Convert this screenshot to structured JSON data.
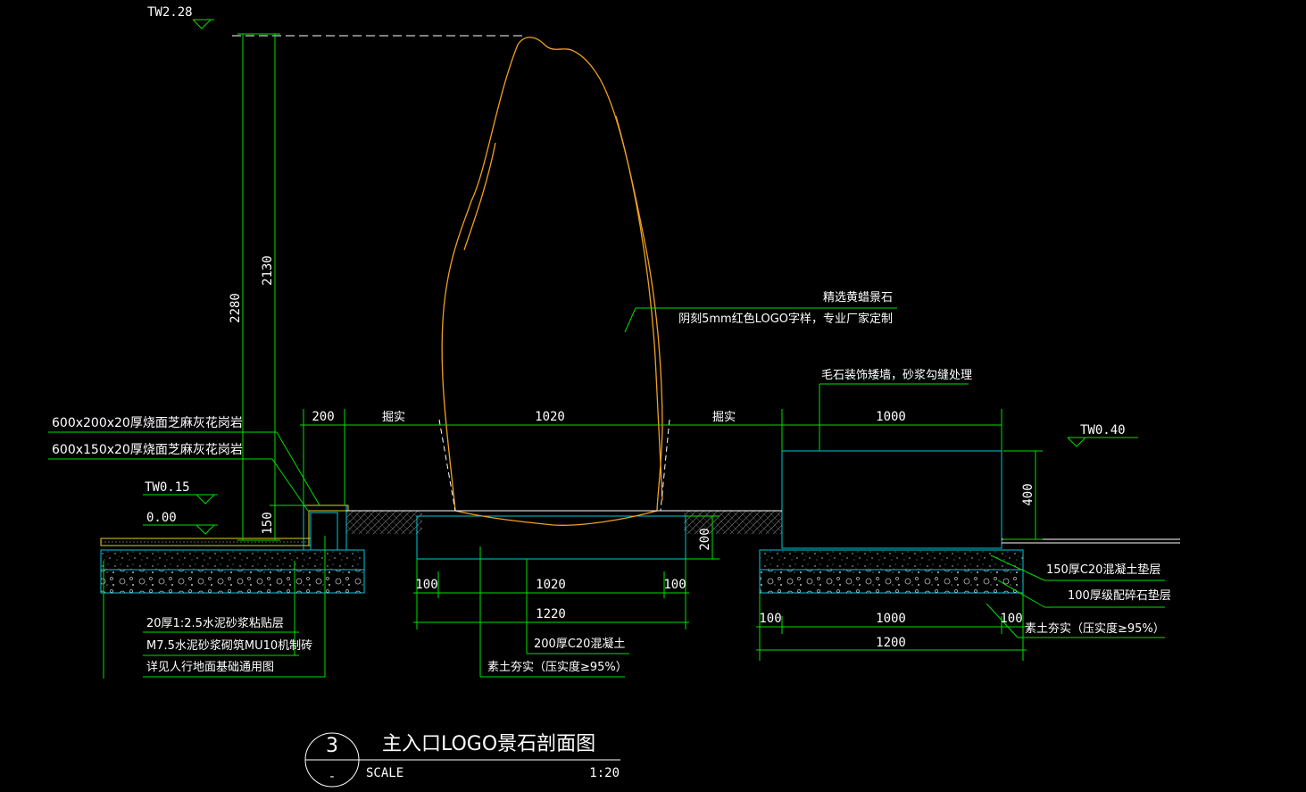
{
  "elevations": {
    "top": "TW2.28",
    "step": "TW0.15",
    "ground": "0.00",
    "wall": "TW0.40"
  },
  "dimensions": {
    "total_height": "2280",
    "stone_height": "2130",
    "curb_height": "150",
    "curb_width": "200",
    "stone_width": "1020",
    "wall_width": "1000",
    "wall_height": "400",
    "stone_base_thickness": "200",
    "stone_base_offset_left": "100",
    "stone_base_inner": "1020",
    "stone_base_offset_right": "100",
    "stone_base_total": "1220",
    "wall_base_offset_left": "100",
    "wall_base_inner": "1000",
    "wall_base_offset_right": "100",
    "wall_base_total": "1200"
  },
  "notes": {
    "tamp_left": "掘实",
    "tamp_right": "掘实",
    "stone_material": "精选黄蜡景石",
    "stone_logo": "阴刻5mm红色LOGO字样，专业厂家定制",
    "wall_finish": "毛石装饰矮墙，砂浆勾缝处理",
    "paving_1": "600x200x20厚烧面芝麻灰花岗岩",
    "paving_2": "600x150x20厚烧面芝麻灰花岗岩",
    "mortar": "20厚1:2.5水泥砂浆粘贴层",
    "brick": "M7.5水泥砂浆砌筑MU10机制砖",
    "base_ref": "详见人行地面基础通用图",
    "stone_concrete": "200厚C20混凝土",
    "stone_soil": "素土夯实（压实度≥95%）",
    "wall_concrete": "150厚C20混凝土垫层",
    "wall_gravel": "100厚级配碎石垫层",
    "wall_soil": "素土夯实（压实度≥95%）"
  },
  "title_block": {
    "number": "3",
    "dash": "-",
    "title": "主入口LOGO景石剖面图",
    "scale_label": "SCALE",
    "scale_value": "1:20"
  },
  "colors": {
    "background": "#000000",
    "dimension_lines": "#00e000",
    "outlines": "#00c8d8",
    "stone": "#f0a020",
    "text": "#ffffff"
  }
}
